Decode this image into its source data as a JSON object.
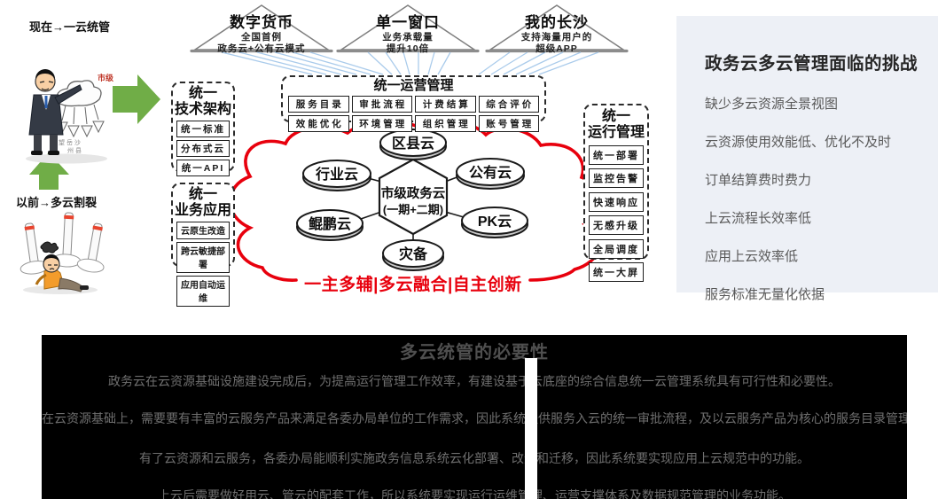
{
  "scene": {
    "now_label": "现在→一云统管",
    "before_label": "以前→多云割裂",
    "city_label": "市级",
    "district_chars_1": "望 岳 沙",
    "district_chars_2": "州 县"
  },
  "pyramids": [
    {
      "title": "数字货币",
      "line1": "全国首例",
      "line2": "政务云+公有云模式"
    },
    {
      "title": "单一窗口",
      "line1": "业务承载量",
      "line2": "提升10倍"
    },
    {
      "title": "我的长沙",
      "line1": "支持海量用户的",
      "line2": "超级APP"
    }
  ],
  "ops": {
    "title": "统一运营管理",
    "items": [
      "服务目录",
      "审批流程",
      "计费结算",
      "综合评价",
      "效能优化",
      "环境管理",
      "组织管理",
      "账号管理"
    ]
  },
  "tech": {
    "title_line1": "统一",
    "title_line2": "技术架构",
    "items": [
      "统一标准",
      "分布式云",
      "统一API"
    ]
  },
  "biz": {
    "title_line1": "统一",
    "title_line2": "业务应用",
    "items": [
      "云原生改造",
      "跨云敏捷部署",
      "应用自动运维"
    ]
  },
  "run": {
    "title_line1": "统一",
    "title_line2": "运行管理",
    "items": [
      "统一部署",
      "监控告警",
      "快速响应",
      "无感升级",
      "全局调度",
      "统一大屏"
    ]
  },
  "hub": {
    "name_line1": "市级政务云",
    "name_line2": "(一期+二期)",
    "nodes": [
      "区县云",
      "行业云",
      "公有云",
      "鲲鹏云",
      "PK云",
      "灾备"
    ],
    "slogan": "一主多辅|多云融合|自主创新"
  },
  "challenges": {
    "title": "政务云多云管理面临的挑战",
    "items": [
      "缺少多云资源全景视图",
      "云资源使用效能低、优化不及时",
      "订单结算费时费力",
      "上云流程长效率低",
      "应用上云效率低",
      "服务标准无量化依据"
    ]
  },
  "necessity": {
    "title": "多云统管的必要性",
    "paragraphs": [
      "政务云在云资源基础设施建设完成后，为提高运行管理工作效率，有建设基于云底座的综合信息统一云管理系统具有可行性和必要性。",
      "在云资源基础上，需要要有丰富的云服务产品来满足各委办局单位的工作需求，因此系统提供服务入云的统一审批流程，及以云服务产品为核心的服务目录管理。",
      "有了云资源和云服务，各委办局能顺利实施政务信息系统云化部署、改造和迁移，因此系统要实现应用上云规范中的功能。",
      "上云后需要做好用云、管云的配套工作，所以系统要实现运行运维管理、运营支撑体系及数据规范管理的业务功能。"
    ]
  },
  "colors": {
    "red_accent": "#e8000d",
    "green_arrow": "#70ad47",
    "panel_bg": "#edf0f6",
    "ray_blue": "#a6c9ea",
    "dark_bg": "#000000"
  }
}
